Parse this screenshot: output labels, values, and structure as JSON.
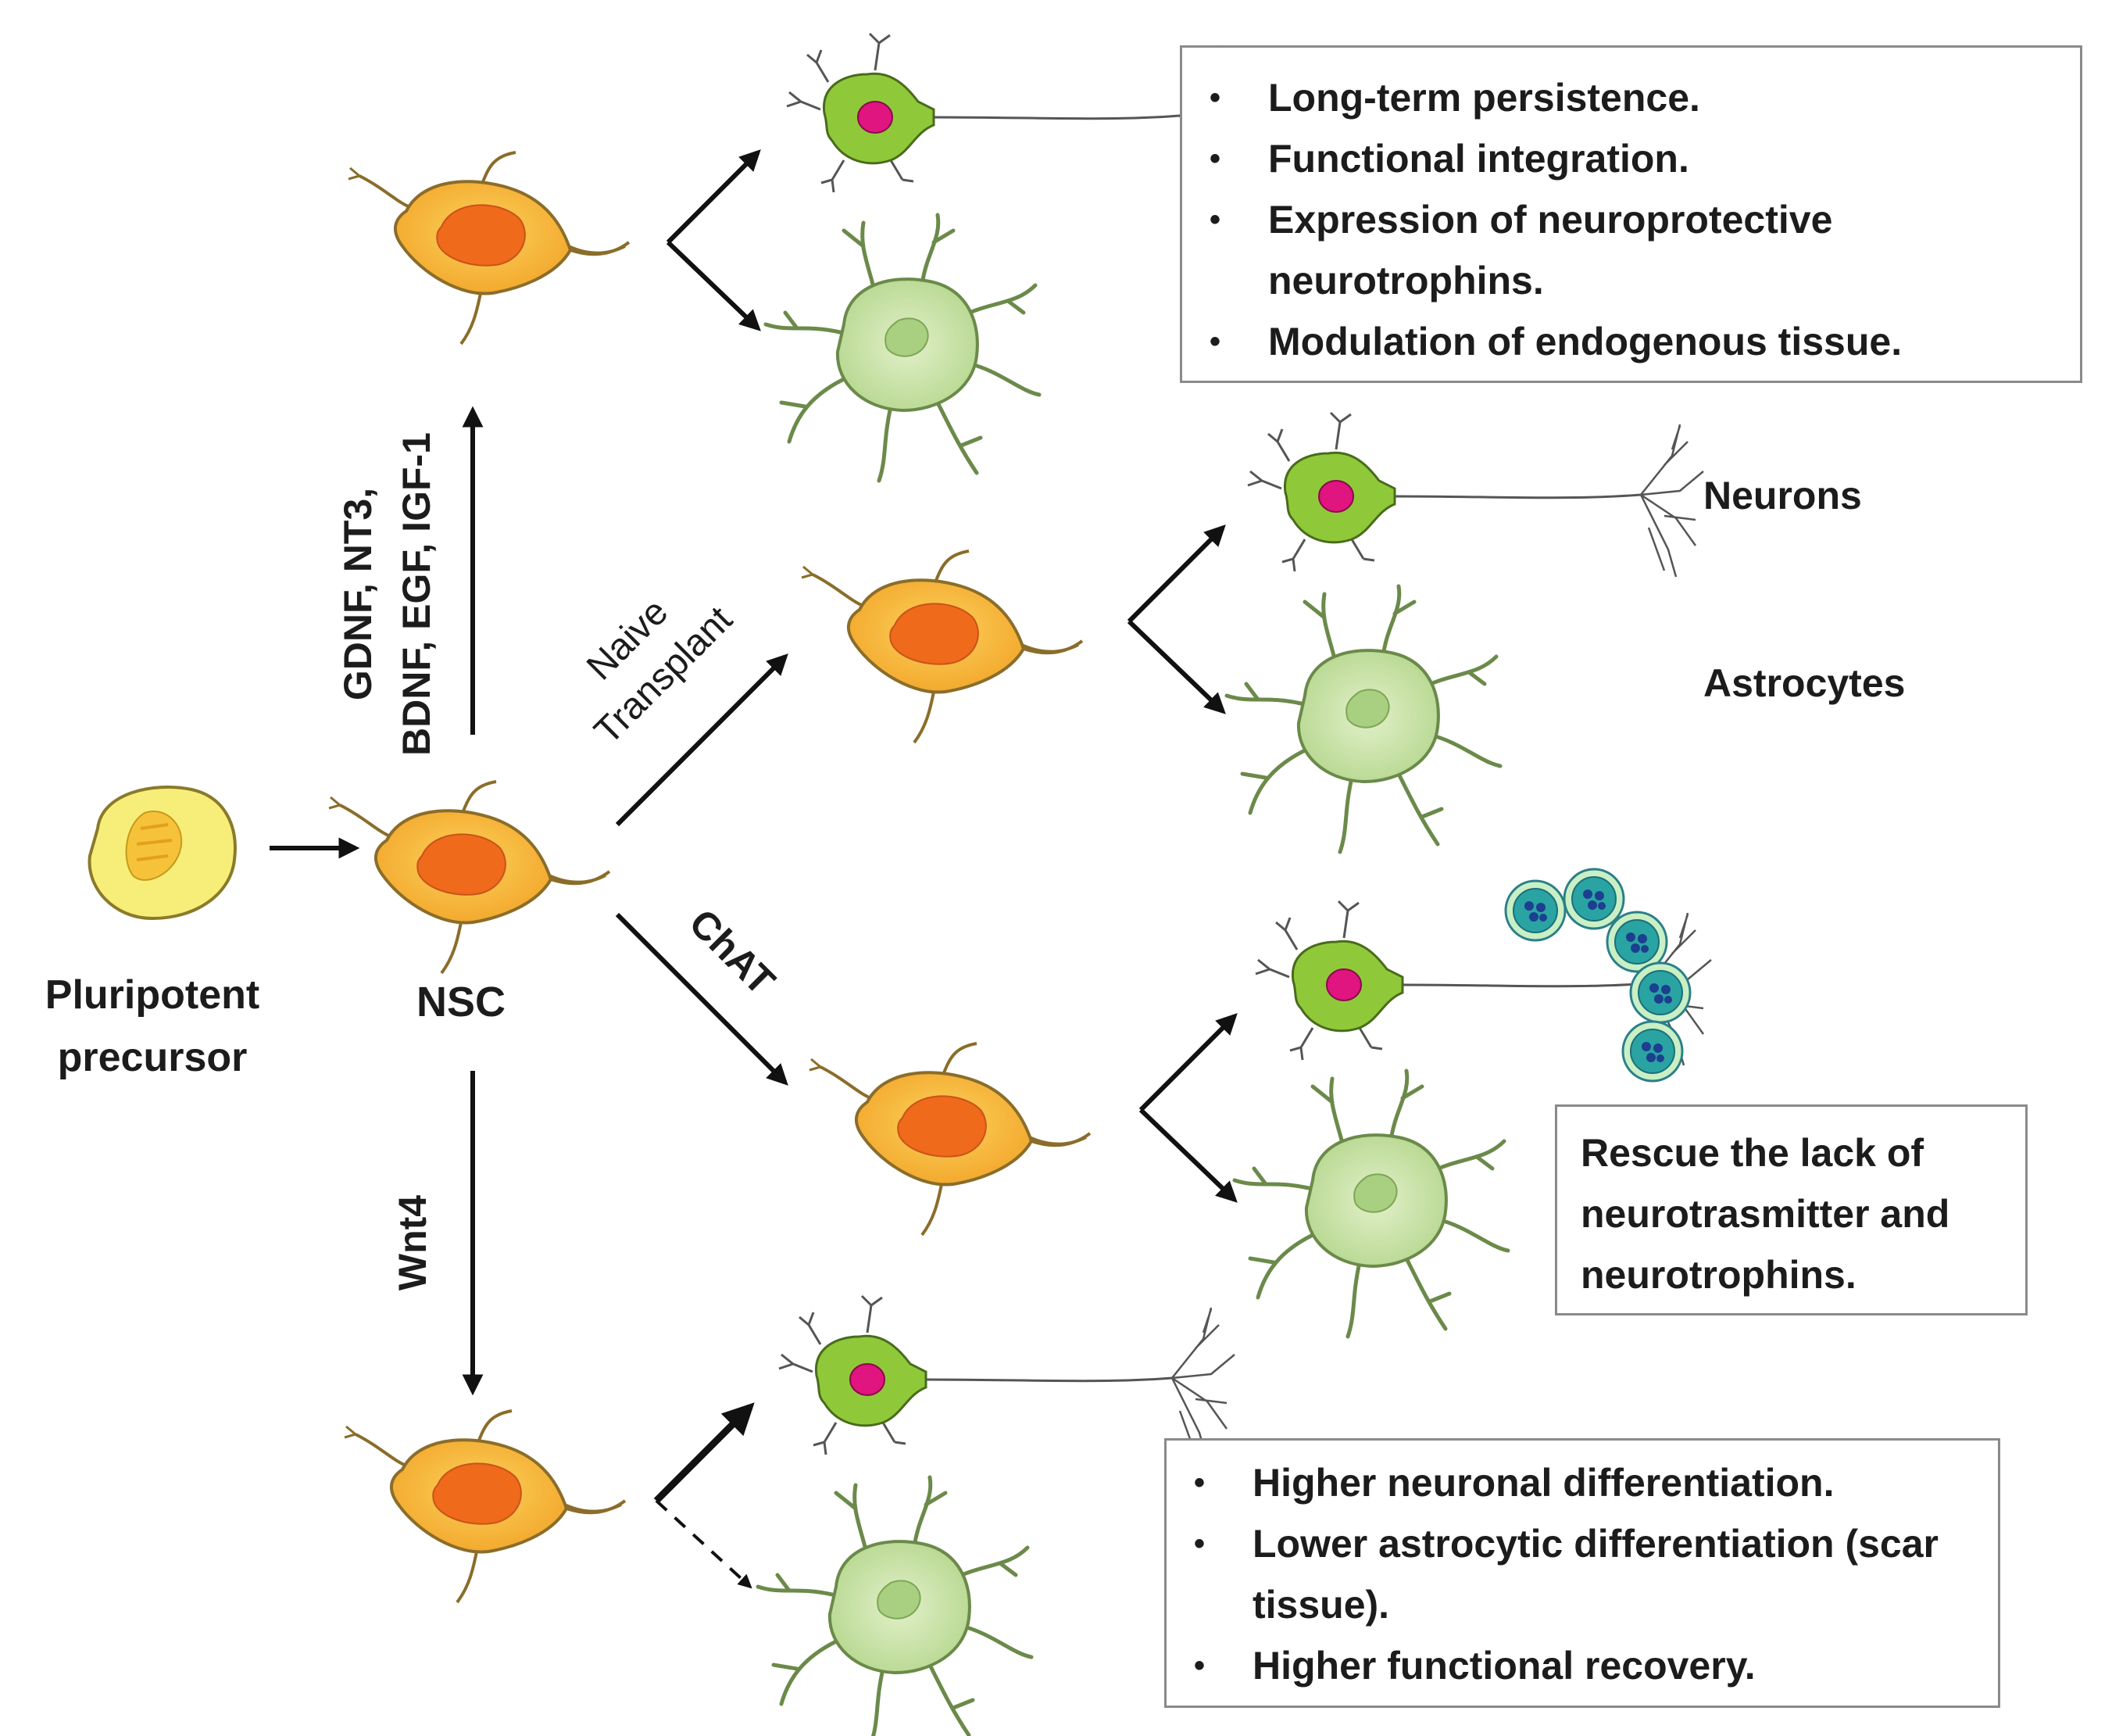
{
  "labels": {
    "pluripotent_line1": "Pluripotent",
    "pluripotent_line2": "precursor",
    "nsc": "NSC",
    "factors_line1": "GDNF, NT3,",
    "factors_line2": "BDNF, EGF, IGF-1",
    "naive_line1": "Naive",
    "naive_line2": "Transplant",
    "chat": "ChAT",
    "wnt4": "Wnt4",
    "neurons": "Neurons",
    "astrocytes": "Astrocytes"
  },
  "box_top": {
    "items": [
      "Long-term persistence.",
      "Functional integration.",
      "Expression of neuroprotective neurotrophins.",
      "Modulation of endogenous tissue."
    ]
  },
  "box_mid": {
    "text": "Rescue the lack of neurotrasmitter and neurotrophins."
  },
  "box_bottom": {
    "items": [
      "Higher neuronal differentiation.",
      "Lower astrocytic differentiation (scar tissue).",
      "Higher functional recovery."
    ]
  },
  "colors": {
    "nsc_fill": "#f7b731",
    "nsc_nucleus": "#ef6a1a",
    "precursor_fill": "#f7ee7a",
    "neuron_fill": "#8fc93a",
    "neuron_nucleus": "#e0157f",
    "astro_fill": "#c9e3a6",
    "vesicle": "#2aa3a3"
  }
}
